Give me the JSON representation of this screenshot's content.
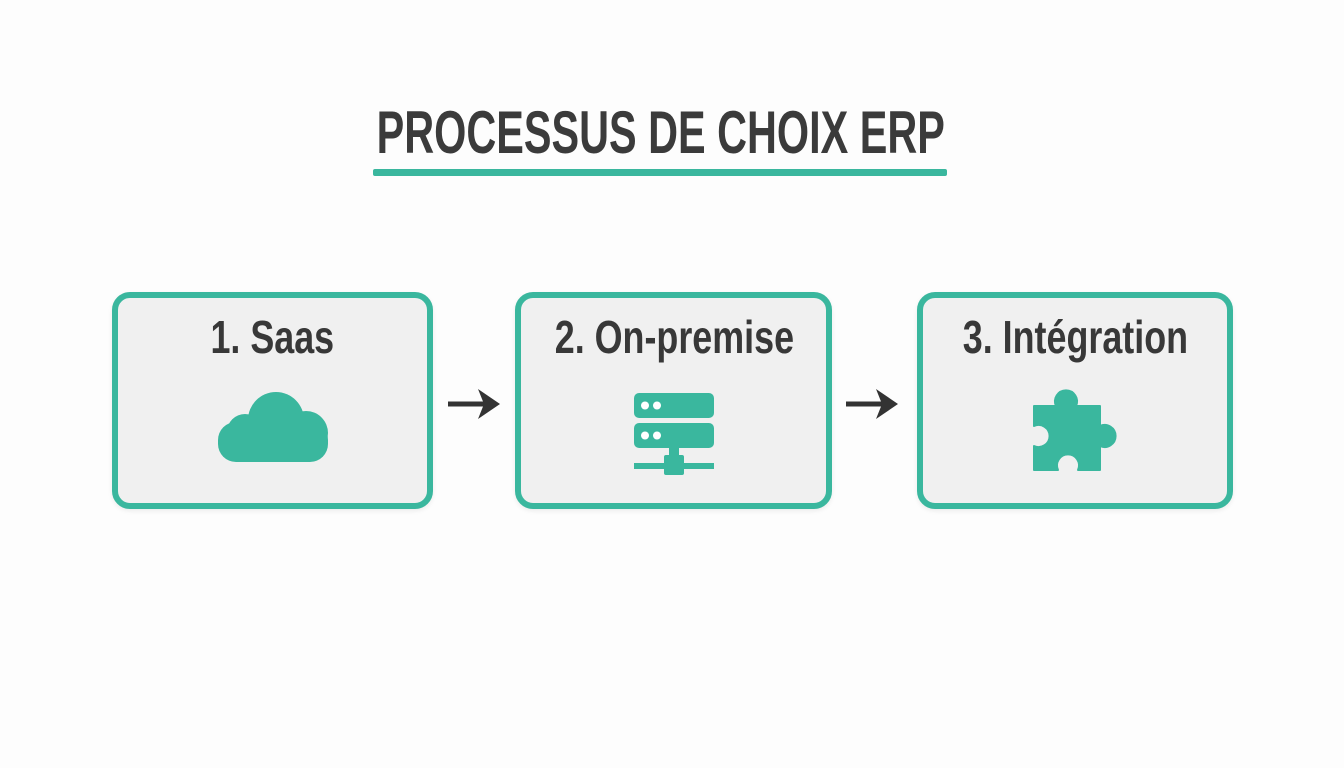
{
  "title": {
    "text": "PROCESSUS DE CHOIX ERP"
  },
  "steps": [
    {
      "label": "1. Saas",
      "icon": "cloud-icon"
    },
    {
      "label": "2. On-premise",
      "icon": "server-icon"
    },
    {
      "label": "3. Intégration",
      "icon": "puzzle-piece-icon"
    }
  ],
  "connectors": [
    {
      "icon": "arrow-right-icon"
    },
    {
      "icon": "arrow-right-icon"
    }
  ],
  "colors": {
    "accent_teal": "#3ab79e",
    "card_background": "#f0f0f0",
    "title_text": "#3b3b3b",
    "label_text": "#383838",
    "arrow": "#333333",
    "page_background": "#fdfdfd"
  }
}
